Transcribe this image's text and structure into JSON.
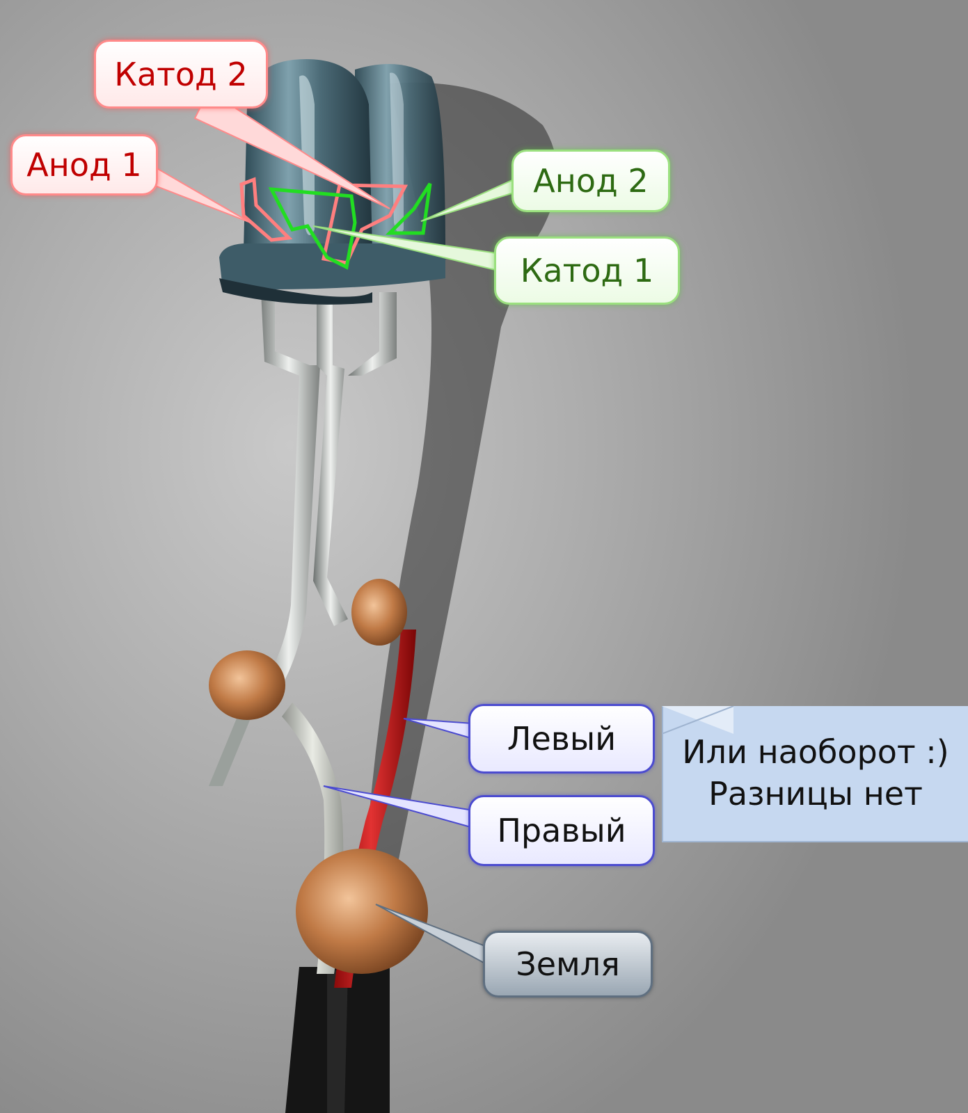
{
  "labels": {
    "katod2": "Катод 2",
    "anod1": "Анод 1",
    "anod2": "Анод 2",
    "katod1": "Катод 1",
    "levyi": "Левый",
    "pravyi": "Правый",
    "zemlya": "Земля"
  },
  "note": {
    "line1": "Или наоборот :)",
    "line2": "Разницы нет"
  },
  "colors": {
    "red_label_text": "#c00000",
    "green_label_text": "#2d6a12",
    "red_outline": "#ff8a8a",
    "green_outline": "#22dd22",
    "note_background": "#c6d8f0"
  }
}
